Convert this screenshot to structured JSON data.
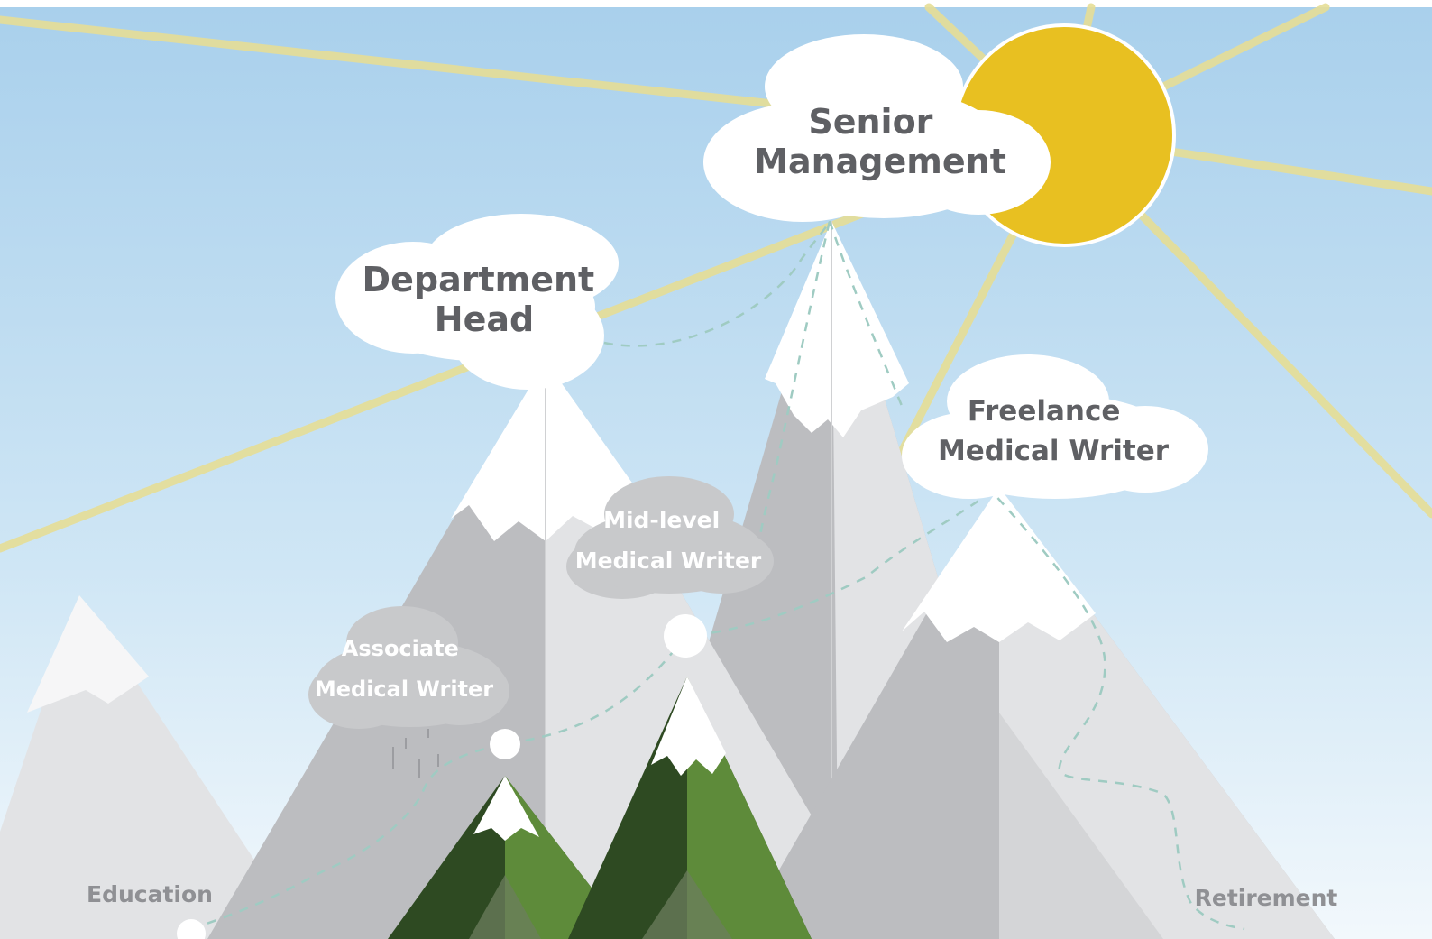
{
  "diagram": {
    "colors": {
      "sky_top": "#A9D0EC",
      "sky_bottom": "#F2F8FC",
      "sun": "#E8C021",
      "sun_rays": "#E6DE96",
      "cloud": "#FFFFFF",
      "grey_cloud": "#C8C9CB",
      "label_dark": "#5F6064",
      "label_light": "#FFFFFF",
      "label_milestone": "#8F9094",
      "path": "#9FCBC2",
      "mountain_dark": "#BCBDC0",
      "mountain_light": "#E2E3E5",
      "snow": "#FFFFFF",
      "forest_dark": "#2E4A22",
      "forest_light": "#5E8B3A"
    },
    "labels": {
      "senior": [
        "Senior",
        "Management"
      ],
      "department": [
        "Department",
        "Head"
      ],
      "freelance": [
        "Freelance",
        "Medical Writer"
      ],
      "midlevel": [
        "Mid-level",
        "Medical Writer"
      ],
      "associate": [
        "Associate",
        "Medical Writer"
      ],
      "education": "Education",
      "retirement": "Retirement"
    }
  }
}
